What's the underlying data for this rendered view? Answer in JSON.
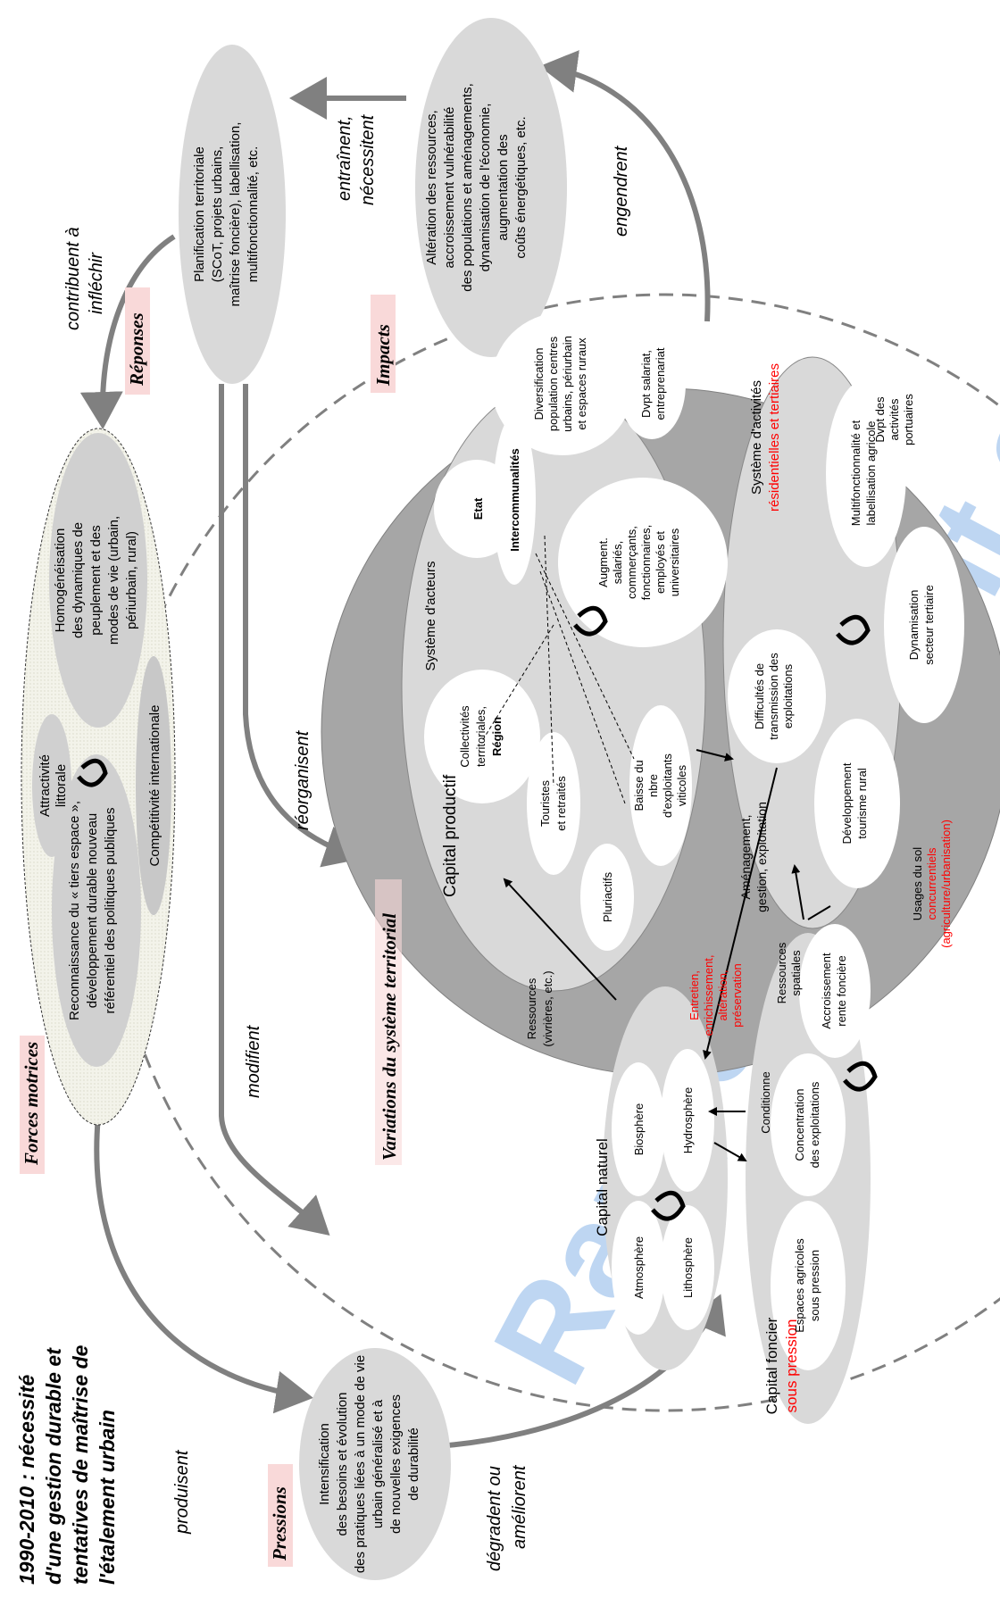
{
  "title": {
    "lines": [
      "1990-2010 : nécessité",
      "d'une gestion durable et",
      "tentatives de maîtrise de",
      "l'étalement urbain"
    ]
  },
  "forces_motrices": {
    "label": "Forces motrices",
    "reconnaissance": [
      "Reconnaissance du « tiers espace »,",
      "développement durable nouveau",
      "référentiel des politiques publiques"
    ],
    "attractivite": [
      "Attractivité",
      "littorale"
    ],
    "homogeneisation": [
      "Homogénéisation",
      "des dynamiques de",
      "peuplement et des",
      "modes de vie (urbain,",
      "périurbain, rural)"
    ],
    "competitivite": "Compétitivité  internationale"
  },
  "reponses": {
    "label": "Réponses",
    "text": [
      "Planification territoriale",
      "(SCoT, projets urbains,",
      "maîtrise foncière), labellisation,",
      "multifonctionnalité, etc."
    ]
  },
  "impacts": {
    "label": "Impacts",
    "text": [
      "Altération des ressources,",
      "accroissement vulnérabilité",
      "des populations et aménagements,",
      "dynamisation de l'économie,",
      "augmentation des",
      "coûts énergétiques, etc."
    ]
  },
  "pressions": {
    "label": "Pressions",
    "text": [
      "Intensification",
      "des besoins et évolution",
      "des pratiques liées à un mode de vie",
      "urbain généralisé et à",
      "de nouvelles exigences",
      "de durabilité"
    ]
  },
  "arrows": {
    "contribuent": [
      "contribuent à",
      "infléchir"
    ],
    "entrainent": [
      "entraînent,",
      "nécessitent"
    ],
    "engendrent": "engendrent",
    "modifient": "modifient",
    "reorganisent": "réorganisent",
    "produisent": "produisent",
    "degradent": [
      "dégradent ou",
      "améliorent"
    ]
  },
  "variations": "Variations du système territorial",
  "capital_productif": "Capital productif",
  "systeme_acteurs": {
    "label": "Système d'acteurs",
    "etat": "Etat",
    "intercommunalites": "Intercommunalités",
    "collectivites": [
      "Collectivités",
      "territoriales,",
      "Région"
    ],
    "touristes": [
      "Touristes",
      "et retraités"
    ],
    "pluriactifs": "Pluriactifs",
    "baisse": [
      "Baisse du",
      "nbre",
      "d'exploitants",
      "viticoles"
    ],
    "augment": [
      "Augment.",
      "salariés,",
      "commerçants,",
      "fonctionnaires,",
      "employés et",
      "universitaires"
    ],
    "diversification": [
      "Diversification",
      "population centres",
      "urbains, périurbain",
      "et espaces ruraux"
    ],
    "dvpt_salariat": [
      "Dvpt salariat,",
      "entreprenariat"
    ]
  },
  "systeme_activites": {
    "label_1": "Système d'activités",
    "label_2": "résidentielles et tertiaires",
    "difficultes": [
      "Difficultés de",
      "transmission des",
      "exploitations"
    ],
    "multifonctionnalite": [
      "Multifonctionnalité et",
      "labellisation agricole"
    ],
    "dvpt_portuaires": [
      "Dvpt des",
      "activités",
      "portuaires"
    ],
    "developpement_tourisme": [
      "Développement",
      "tourisme rural"
    ],
    "dynamisation": [
      "Dynamisation",
      "secteur tertiaire"
    ]
  },
  "amenagement": [
    "Aménagement,",
    "gestion, exploitation"
  ],
  "capital_naturel": {
    "label": "Capital naturel",
    "atmosphere": "Atmosphère",
    "biosphere": "Biosphère",
    "lithosphere": "Lithosphère",
    "hydrosphere": "Hydrosphère"
  },
  "capital_foncier": {
    "label": "Capital foncier",
    "sous_pression": "sous pression",
    "espaces": [
      "Espaces agricoles",
      "sous pression"
    ],
    "concentration": [
      "Concentration",
      "des exploitations"
    ],
    "accroissement": [
      "Accroissement",
      "rente foncière"
    ]
  },
  "ressources_vivrieres": [
    "Ressources",
    "(vivrières, etc.)"
  ],
  "entretien": [
    "Entretien,",
    "enrichissement,",
    "altération,",
    "préservation"
  ],
  "ressources_spatiales": [
    "Ressources",
    "spatiales"
  ],
  "usages": [
    "Usages du sol",
    "concurrentiels",
    "(agriculture/urbanisation)"
  ],
  "conditionne": "Conditionne",
  "watermark": "Rapport-gratuit.com",
  "colors": {
    "ellipse": "#d9d9d9",
    "big_circle": "#a6a6a6",
    "arrow": "#808080",
    "red": "#ff0000",
    "label_bg": "#f9d9d9"
  }
}
